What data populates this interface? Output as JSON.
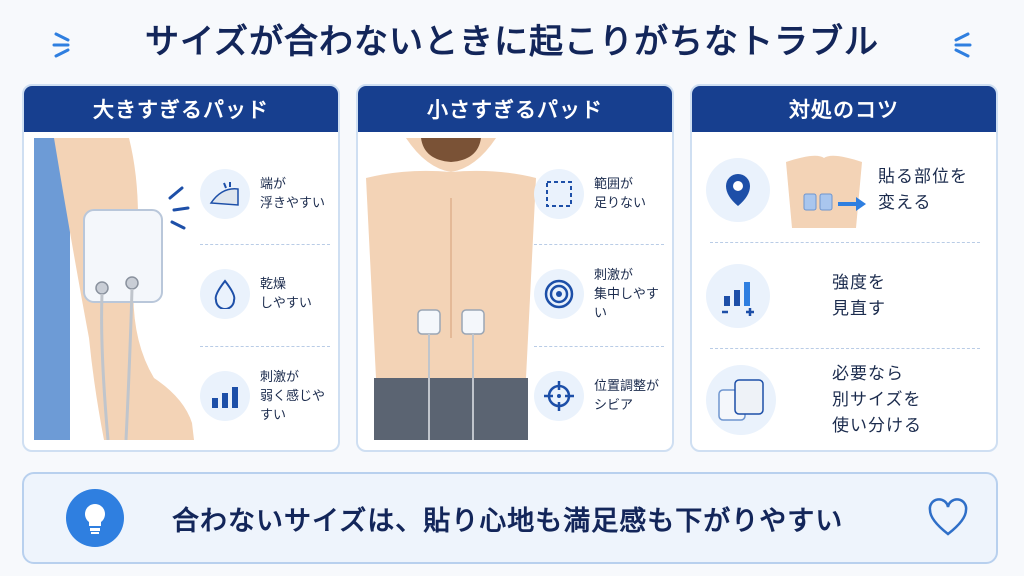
{
  "title": "サイズが合わないときに起こりがちなトラブル",
  "colors": {
    "navy": "#173f8f",
    "accent": "#2f7fe0",
    "light": "#eaf2fc",
    "text": "#13265a"
  },
  "panels": {
    "large": {
      "heading": "大きすぎるパッド",
      "items": [
        {
          "icon": "peeling-edge-icon",
          "label": "端が\n浮きやすい"
        },
        {
          "icon": "water-drop-icon",
          "label": "乾燥\nしやすい"
        },
        {
          "icon": "low-signal-icon",
          "label": "刺激が\n弱く感じやすい"
        }
      ]
    },
    "small": {
      "heading": "小さすぎるパッド",
      "items": [
        {
          "icon": "dashed-square-icon",
          "label": "範囲が\n足りない"
        },
        {
          "icon": "target-icon",
          "label": "刺激が\n集中しやすい"
        },
        {
          "icon": "crosshair-icon",
          "label": "位置調整が\nシビア"
        }
      ]
    },
    "tips": {
      "heading": "対処のコツ",
      "items": [
        {
          "icon": "location-pin-icon",
          "label": "貼る部位を\n変える"
        },
        {
          "icon": "intensity-bars-icon",
          "label": "強度を\n見直す"
        },
        {
          "icon": "two-pads-icon",
          "label": "必要なら\n別サイズを\n使い分ける"
        }
      ]
    }
  },
  "banner": {
    "text": "合わないサイズは、貼り心地も満足感も下がりやすい",
    "icon": "lightbulb-icon",
    "end_icon": "heart-icon"
  }
}
